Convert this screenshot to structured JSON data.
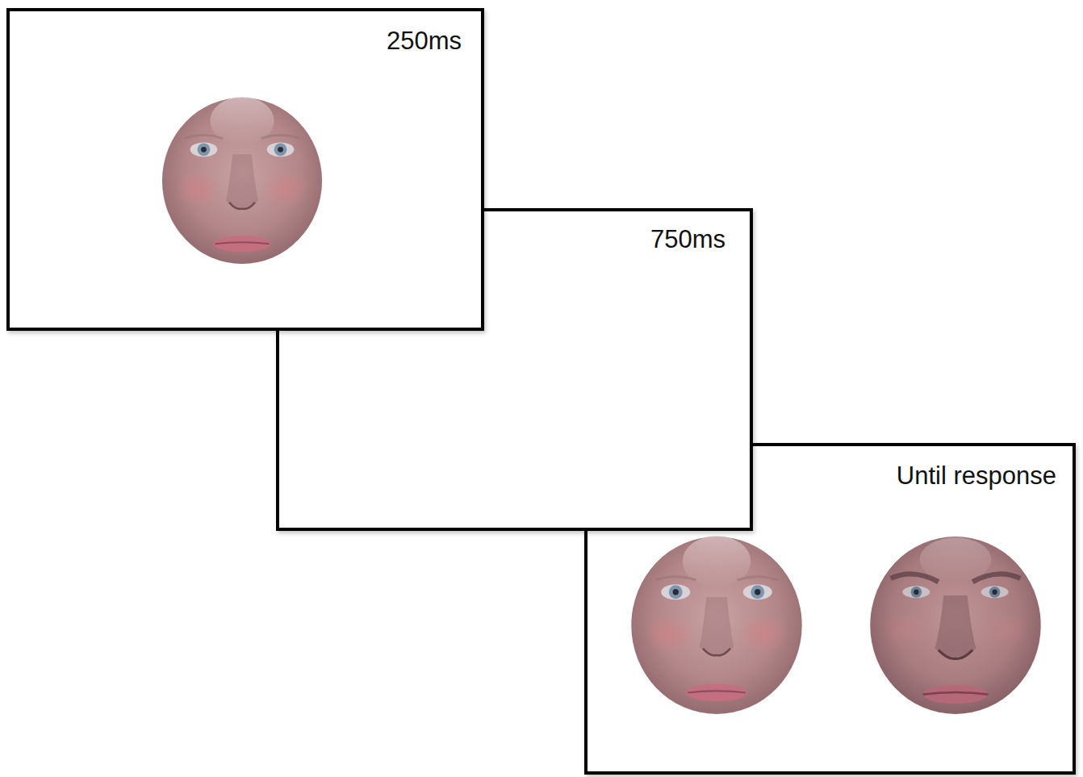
{
  "diagram": {
    "nodes": [
      {
        "text": [
          "250ms"
        ]
      },
      {
        "text": [
          "750ms"
        ]
      },
      {
        "text": [
          "Until response"
        ]
      }
    ]
  }
}
